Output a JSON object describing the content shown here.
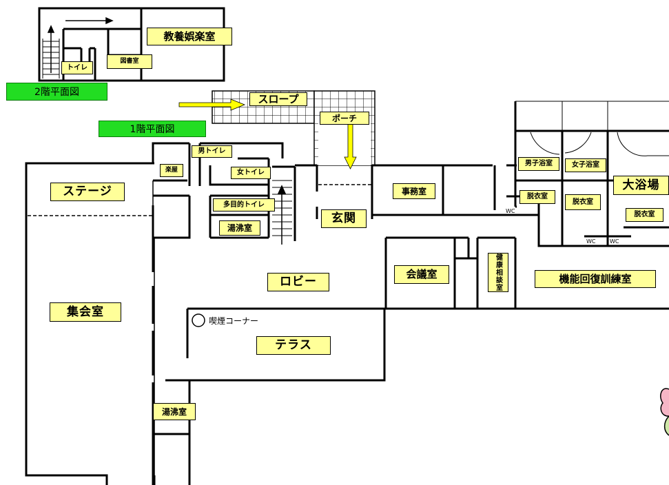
{
  "floor_labels": {
    "second": "2階平面図",
    "first": "1階平面図"
  },
  "rooms_2f": {
    "recreation": "教養娯楽室",
    "toilet": "トイレ",
    "library": "図書室"
  },
  "rooms_1f": {
    "slope": "スロープ",
    "porch": "ポーチ",
    "mens_toilet": "男トイレ",
    "womens_toilet": "女トイレ",
    "green_room": "楽屋",
    "stage": "ステージ",
    "multi_toilet": "多目的トイレ",
    "kitchenette_1": "湯沸室",
    "entrance": "玄関",
    "office": "事務室",
    "mens_bath": "男子浴室",
    "womens_bath": "女子浴室",
    "big_bath": "大浴場",
    "changing_1": "脱衣室",
    "changing_2": "脱衣室",
    "changing_3": "脱衣室",
    "wc_1": "WC",
    "wc_2": "WC",
    "wc_3": "WC",
    "meeting_room": "会議室",
    "health_consult": "健康相談室",
    "rehab_room": "機能回復訓練室",
    "lobby": "ロビー",
    "hall": "集会室",
    "smoking_corner": "喫煙コーナー",
    "terrace": "テラス",
    "kitchenette_2": "湯沸室"
  },
  "colors": {
    "label_fill": "#ffff99",
    "floor_tag_fill": "#22dd22",
    "arrow_fill": "#ffff00",
    "wall": "#000000"
  }
}
